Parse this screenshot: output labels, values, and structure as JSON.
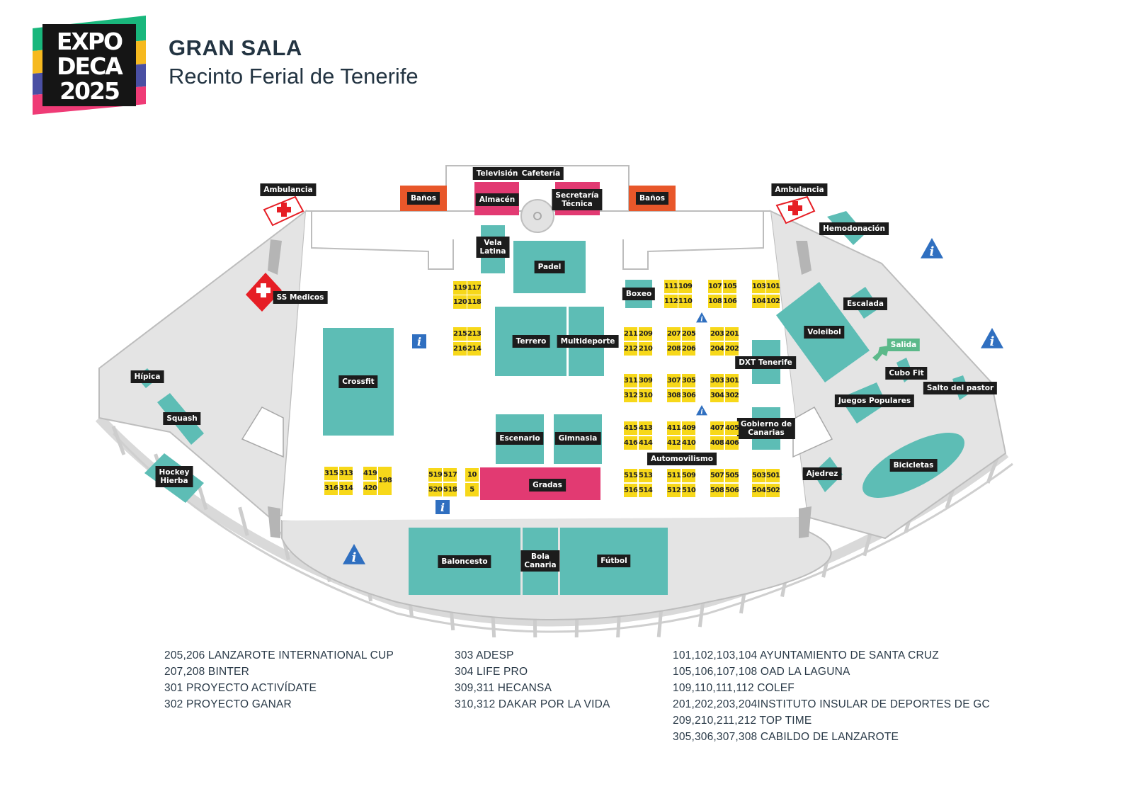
{
  "header": {
    "logo_lines": [
      "EXPO",
      "DECA",
      "2025"
    ],
    "logo_colors": [
      "#19b77c",
      "#f6b91f",
      "#4a4fa3",
      "#ef3b76"
    ],
    "title": "GRAN SALA",
    "subtitle": "Recinto Ferial de Tenerife"
  },
  "colors": {
    "zone_teal": "#5dbdb5",
    "booth_yellow": "#f7d81a",
    "facility_pink": "#e23a72",
    "facility_orange": "#e8572a",
    "medical_red": "#e61e25",
    "corridor_grey": "#e4e4e4",
    "info_blue": "#2f6fc0",
    "exit_green": "#5cb98a",
    "label_black": "#1c1c1c"
  },
  "facilities": {
    "ambulancia_left": "Ambulancia",
    "ambulancia_right": "Ambulancia",
    "banos_left": "Baños",
    "banos_right": "Baños",
    "television": "Televisión",
    "cafeteria": "Cafetería",
    "almacen": "Almacén",
    "secretaria": "Secretaría\nTécnica",
    "ss_medicos": "SS Medicos",
    "hemodonacion": "Hemodonación",
    "salida": "Salida"
  },
  "zones": {
    "vela_latina": "Vela\nLatina",
    "padel": "Padel",
    "boxeo": "Boxeo",
    "terrero": "Terrero",
    "multideporte": "Multideporte",
    "crossfit": "Crossfit",
    "escenario": "Escenario",
    "gimnasia": "Gimnasia",
    "gradas": "Gradas",
    "automovilismo": "Automovilismo",
    "dxt_tenerife": "DXT Tenerife",
    "gobierno_canarias": "Gobierno de\nCanarias",
    "voleibol": "Voleibol",
    "escalada": "Escalada",
    "cubo_fit": "Cubo Fit",
    "salto_pastor": "Salto del pastor",
    "juegos_populares": "Juegos Populares",
    "ajedrez": "Ajedrez",
    "bicicletas": "Bicicletas",
    "hipica": "Hípica",
    "squash": "Squash",
    "hockey_hierba": "Hockey\nHierba",
    "baloncesto": "Baloncesto",
    "bola_canaria": "Bola\nCanaria",
    "futbol": "Fútbol"
  },
  "booths": {
    "b119": "119",
    "b117": "117",
    "b120": "120",
    "b118": "118",
    "b215": "215",
    "b213": "213",
    "b216": "216",
    "b214": "214",
    "b111": "111",
    "b109": "109",
    "b112": "112",
    "b110": "110",
    "b107": "107",
    "b105": "105",
    "b108": "108",
    "b106": "106",
    "b103": "103",
    "b101": "101",
    "b104": "104",
    "b102": "102",
    "b211": "211",
    "b209": "209",
    "b212": "212",
    "b210": "210",
    "b207": "207",
    "b205": "205",
    "b208": "208",
    "b206": "206",
    "b203": "203",
    "b201": "201",
    "b204": "204",
    "b202": "202",
    "b311": "311",
    "b309": "309",
    "b312": "312",
    "b310": "310",
    "b307": "307",
    "b305": "305",
    "b308": "308",
    "b306": "306",
    "b303": "303",
    "b301": "301",
    "b304": "304",
    "b302": "302",
    "b415": "415",
    "b413": "413",
    "b416": "416",
    "b414": "414",
    "b411": "411",
    "b409": "409",
    "b412": "412",
    "b410": "410",
    "b407": "407",
    "b405": "405",
    "b408": "408",
    "b406": "406",
    "b515": "515",
    "b513": "513",
    "b516": "516",
    "b514": "514",
    "b511": "511",
    "b509": "509",
    "b512": "512",
    "b510": "510",
    "b507": "507",
    "b505": "505",
    "b508": "508",
    "b506": "506",
    "b503": "503",
    "b501": "501",
    "b504": "504",
    "b502": "502",
    "b315": "315",
    "b313": "313",
    "b316": "316",
    "b314": "314",
    "b419": "419",
    "b420": "420",
    "b198": "198",
    "b519": "519",
    "b517": "517",
    "b520": "520",
    "b518": "518",
    "b10": "10",
    "b5": "5"
  },
  "legend": {
    "col1": [
      "205,206  LANZAROTE INTERNATIONAL CUP",
      "207,208  BINTER",
      "301  PROYECTO ACTIVÍDATE",
      "302  PROYECTO GANAR"
    ],
    "col2": [
      "303 ADESP",
      "304 LIFE PRO",
      "309,311 HECANSA",
      "310,312 DAKAR POR LA VIDA"
    ],
    "col3": [
      "101,102,103,104 AYUNTAMIENTO DE SANTA CRUZ",
      "105,106,107,108 OAD LA LAGUNA",
      "109,110,111,112  COLEF",
      "201,202,203,204INSTITUTO INSULAR DE DEPORTES DE GC",
      "209,210,211,212 TOP TIME",
      "305,306,307,308  CABILDO DE LANZAROTE"
    ]
  }
}
